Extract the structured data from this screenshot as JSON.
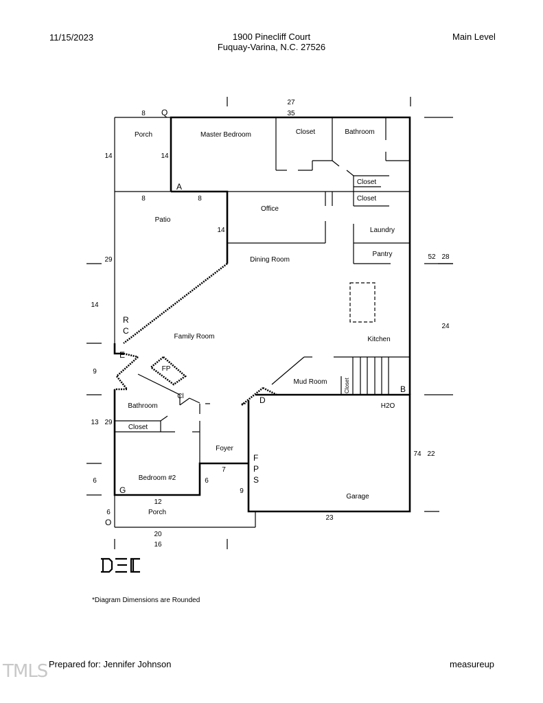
{
  "header": {
    "date": "11/15/2023",
    "address_line1": "1900 Pinecliff Court",
    "address_line2": "Fuquay-Varina, N.C. 27526",
    "level": "Main Level"
  },
  "rooms": {
    "porch_top": "Porch",
    "master_bedroom": "Master Bedroom",
    "closet_top": "Closet",
    "bathroom_top": "Bathroom",
    "closet_a": "Closet",
    "closet_b": "Closet",
    "office": "Office",
    "patio": "Patio",
    "laundry": "Laundry",
    "pantry": "Pantry",
    "dining_room": "Dining Room",
    "family_room": "Family Room",
    "kitchen": "Kitchen",
    "fp": "FP",
    "mud_room": "Mud Room",
    "closet_vertical": "Closet",
    "bathroom_left": "Bathroom",
    "cl": "Cl",
    "closet_left": "Closet",
    "foyer": "Foyer",
    "bedroom2": "Bedroom #2",
    "porch_bottom": "Porch",
    "garage": "Garage",
    "h2o": "H2O"
  },
  "dimensions": {
    "d27": "27",
    "d35": "35",
    "d8a": "8",
    "d14a": "14",
    "d14b": "14",
    "d8b": "8",
    "d8c": "8",
    "d14c": "14",
    "d29a": "29",
    "d14d": "14",
    "d9a": "9",
    "d13": "13",
    "d29b": "29",
    "d6a": "6",
    "d12": "12",
    "d6b": "6",
    "d20": "20",
    "d16": "16",
    "d7": "7",
    "d6c": "6",
    "d9b": "9",
    "d23": "23",
    "d52": "52",
    "d28": "28",
    "d24": "24",
    "d74": "74",
    "d22": "22"
  },
  "points": {
    "Q": "Q",
    "A": "A",
    "R": "R",
    "C": "C",
    "E": "E",
    "D": "D",
    "B": "B",
    "F": "F",
    "P": "P",
    "S": "S",
    "G": "G",
    "O": "O"
  },
  "logo": "DEC",
  "note": "*Diagram Dimensions are Rounded",
  "footer": {
    "prepared_for": "Prepared for: Jennifer Johnson",
    "brand": "measureup",
    "watermark": "TMLS"
  }
}
